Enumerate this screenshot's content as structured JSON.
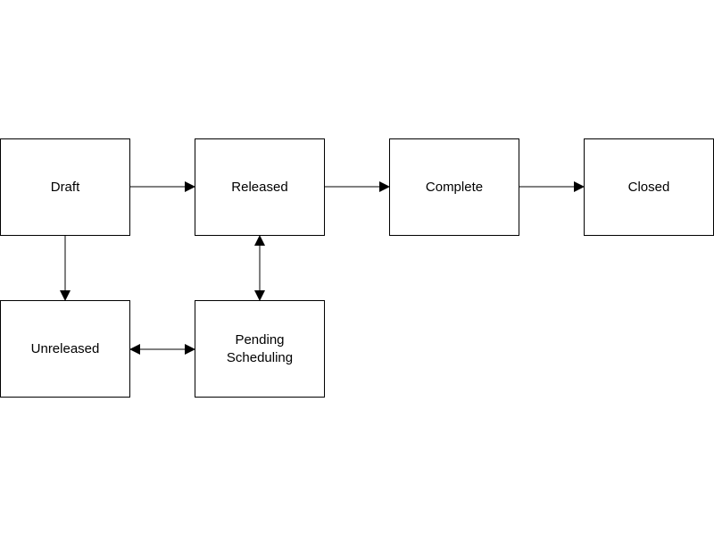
{
  "diagram": {
    "states": {
      "draft": "Draft",
      "released": "Released",
      "complete": "Complete",
      "closed": "Closed",
      "unreleased": "Unreleased",
      "pending_scheduling": "Pending\nScheduling"
    },
    "transitions": [
      {
        "from": "Draft",
        "to": "Released",
        "direction": "one-way"
      },
      {
        "from": "Released",
        "to": "Complete",
        "direction": "one-way"
      },
      {
        "from": "Complete",
        "to": "Closed",
        "direction": "one-way"
      },
      {
        "from": "Draft",
        "to": "Unreleased",
        "direction": "one-way"
      },
      {
        "from": "Released",
        "to": "Pending Scheduling",
        "direction": "two-way"
      },
      {
        "from": "Unreleased",
        "to": "Pending Scheduling",
        "direction": "two-way"
      }
    ],
    "colors": {
      "line": "#000000",
      "box_border": "#000000",
      "box_fill": "#ffffff",
      "background": "#ffffff"
    }
  }
}
